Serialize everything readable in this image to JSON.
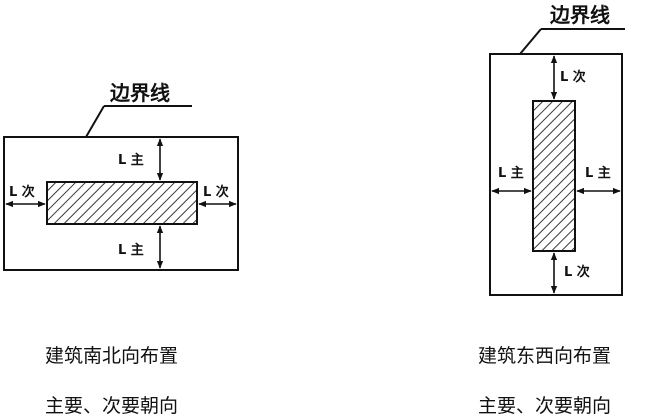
{
  "left_figure": {
    "boundary_label": "边界线",
    "top_main": "L 主",
    "bottom_main": "L 主",
    "left_minor": "L 次",
    "right_minor": "L 次",
    "caption_line1": "建筑南北向布置",
    "caption_line2": "主要、次要朝向"
  },
  "right_figure": {
    "boundary_label": "边界线",
    "top_minor": "L 次",
    "bottom_minor": "L 次",
    "left_main": "L 主",
    "right_main": "L 主",
    "caption_line1": "建筑东西向布置",
    "caption_line2": "主要、次要朝向"
  }
}
